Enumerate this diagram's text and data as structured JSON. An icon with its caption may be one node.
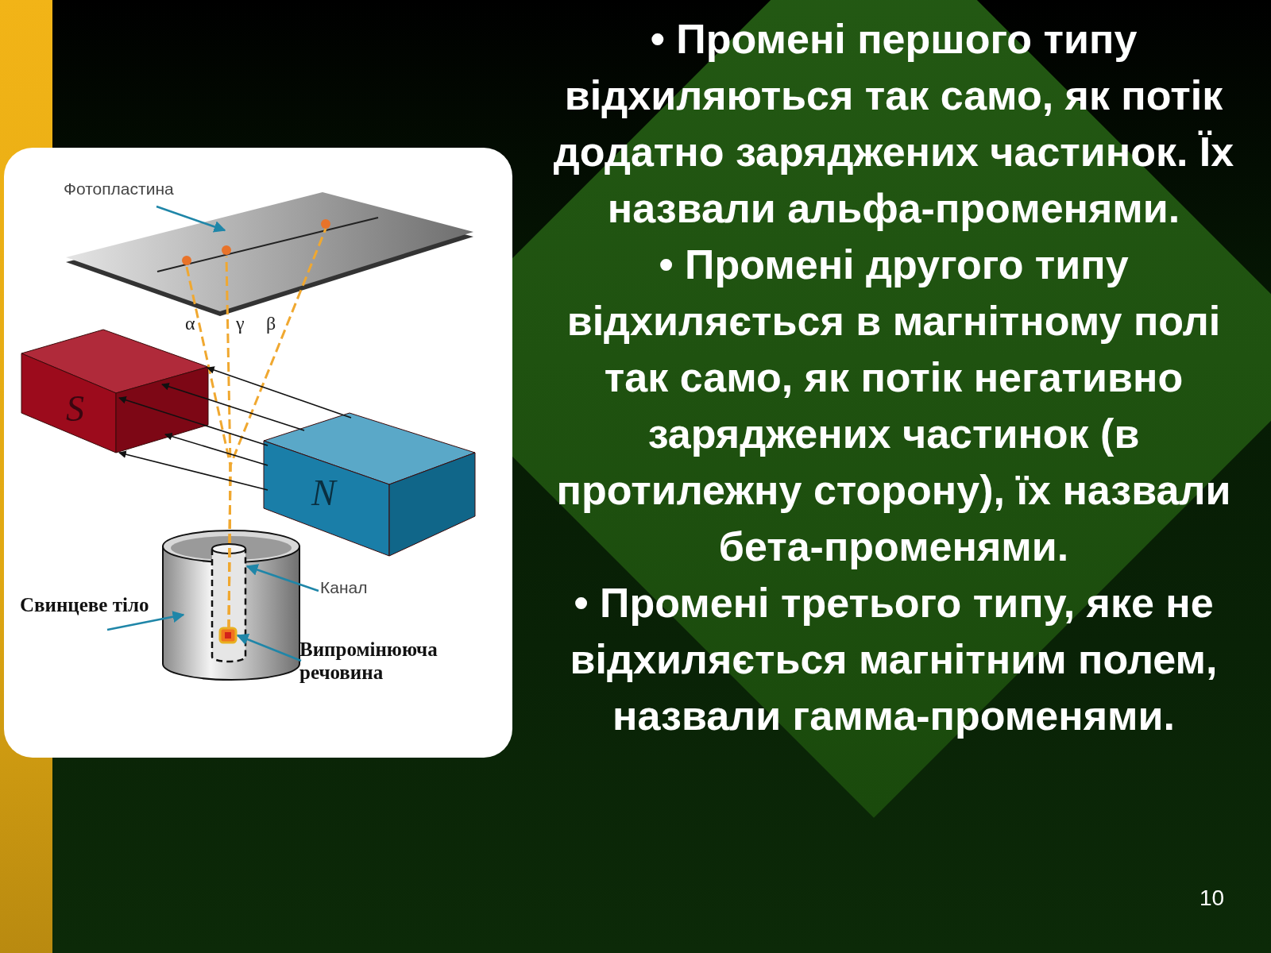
{
  "diagram": {
    "nodes": [
      {
        "text": [
          "Фотопластина"
        ]
      },
      {
        "text": [],
        "shape": "picture"
      },
      {
        "text": [
          "S"
        ]
      },
      {
        "text": [
          "N"
        ]
      },
      {
        "text": [],
        "shape": "cylinder"
      },
      {
        "text": [],
        "shape": "cylinder",
        "in": 4
      },
      {
        "text": [],
        "shape": "box",
        "in": 5
      },
      {
        "text": [
          "Канал"
        ]
      },
      {
        "text": [
          "Свинцеве тіло"
        ]
      },
      {
        "text": [
          "Випромінююча речовина"
        ]
      }
    ],
    "edges": [
      {
        "from": 0,
        "to": 1,
        "arrow": "to",
        "color": "#1f86a8"
      },
      {
        "from": 3,
        "to": 2,
        "arrow": "to"
      },
      {
        "from": 3,
        "to": 2,
        "arrow": "to"
      },
      {
        "from": 3,
        "to": 2,
        "arrow": "to"
      },
      {
        "from": 3,
        "to": 2,
        "arrow": "to"
      },
      {
        "from": 3,
        "to": 2,
        "arrow": "to"
      },
      {
        "from": 7,
        "to": 5,
        "arrow": "to",
        "color": "#1f86a8"
      },
      {
        "from": 8,
        "to": 4,
        "arrow": "to",
        "color": "#1f86a8"
      },
      {
        "from": 9,
        "to": 6,
        "arrow": "to",
        "color": "#1f86a8"
      }
    ],
    "labels": [
      "α",
      "γ",
      "β",
      "• Промені першого типу відхиляються так само, як потік додатно заряджених частинок. Їх назвали альфа-променями.",
      "• Промені другого типу відхиляється в магнітному полі так само, як потік негативно заряджених частинок (в протилежну сторону), їх назвали бета-променями.",
      "• Промені третього типу, яке не відхиляється магнітним полем, назвали гамма-променями.",
      "10"
    ]
  }
}
